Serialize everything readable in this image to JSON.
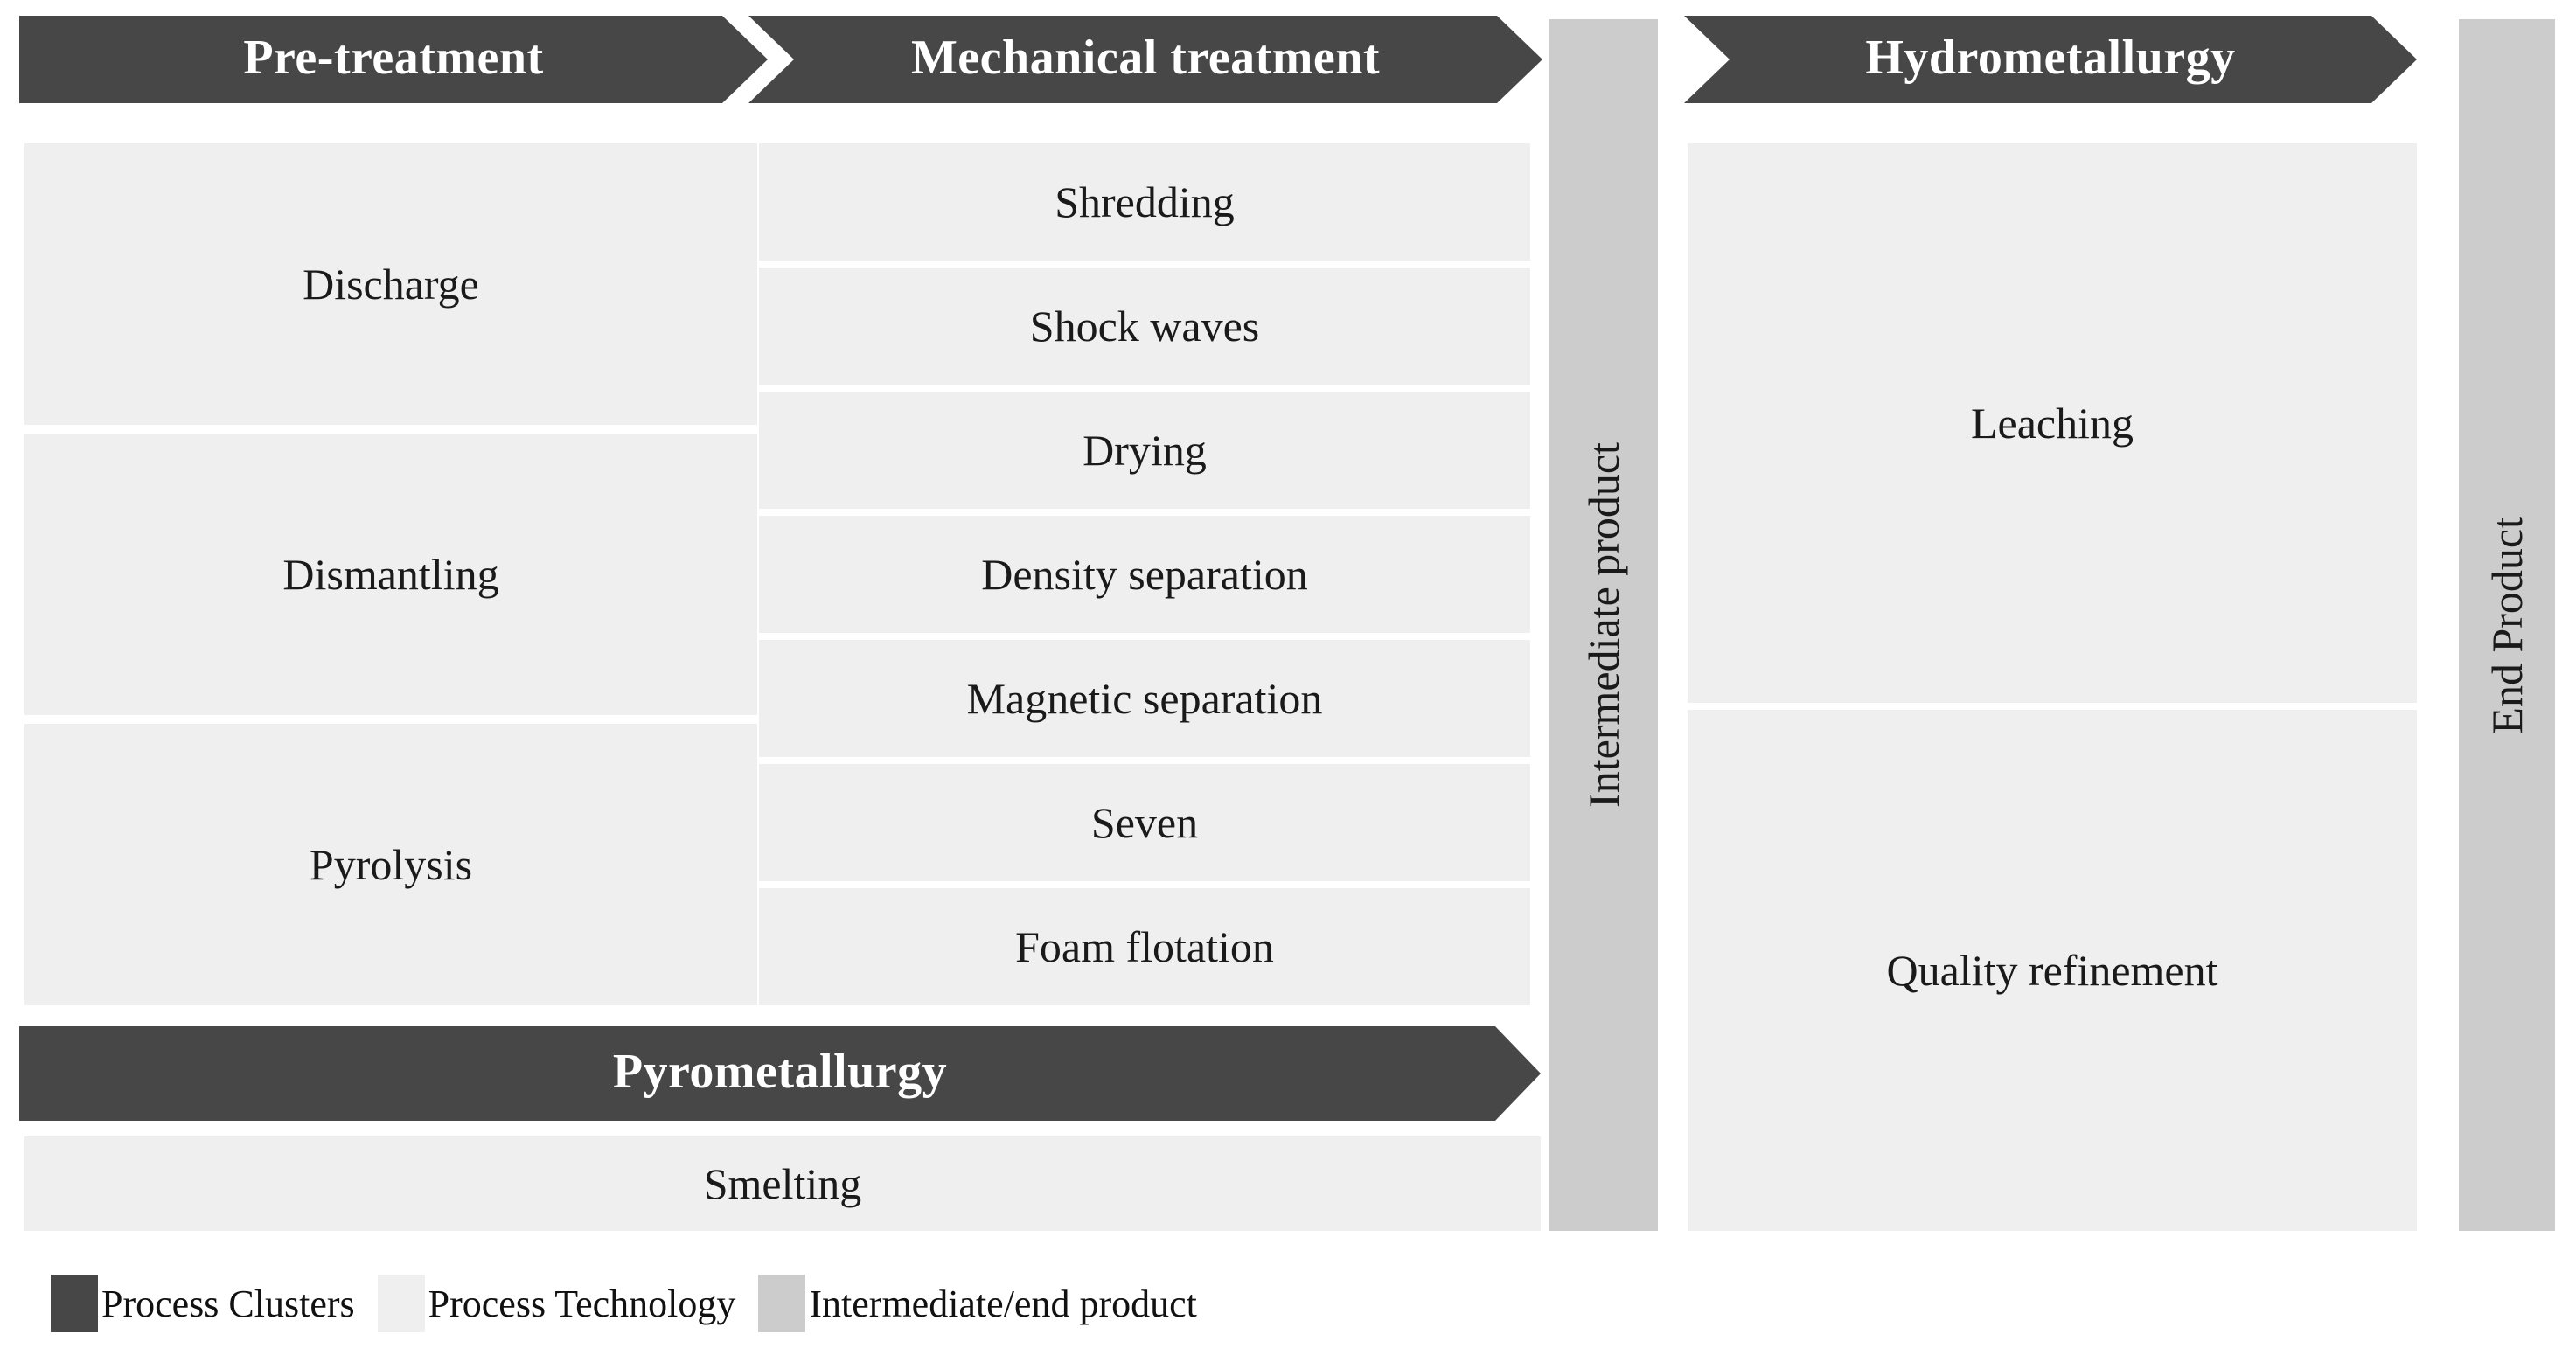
{
  "figure": {
    "type": "process-flow-diagram",
    "title": "",
    "colors": {
      "cluster": "#474747",
      "technology": "#EFEFEF",
      "product": "#CCCCCC",
      "cluster_text": "#FFFFFF",
      "body_text": "#1A1A1A"
    }
  },
  "columns": [
    {
      "id": "pre-treatment",
      "header": "Pre-treatment",
      "header_style": "chevron-first",
      "technologies": [
        "Discharge",
        "Dismantling",
        "Pyrolysis"
      ]
    },
    {
      "id": "mechanical-treatment",
      "header": "Mechanical treatment",
      "header_style": "chevron-mid",
      "technologies": [
        "Shredding",
        "Shock waves",
        "Drying",
        "Density separation",
        "Magnetic separation",
        "Seven",
        "Foam flotation"
      ]
    },
    {
      "id": "hydrometallurgy",
      "header": "Hydrometallurgy",
      "header_style": "chevron-mid",
      "technologies": [
        "Leaching",
        "Quality refinement"
      ]
    }
  ],
  "bottom_cluster": {
    "id": "pyrometallurgy",
    "header": "Pyrometallurgy",
    "header_style": "chevron-first",
    "technologies": [
      "Smelting"
    ]
  },
  "product_bars": [
    {
      "id": "intermediate-product",
      "label": "Intermediate product"
    },
    {
      "id": "end-product",
      "label": "End Product"
    }
  ],
  "legend": {
    "items": [
      {
        "swatch": "dark",
        "label": "Process Clusters"
      },
      {
        "swatch": "light",
        "label": "Process Technology"
      },
      {
        "swatch": "gray",
        "label": "Intermediate/end product"
      }
    ]
  }
}
